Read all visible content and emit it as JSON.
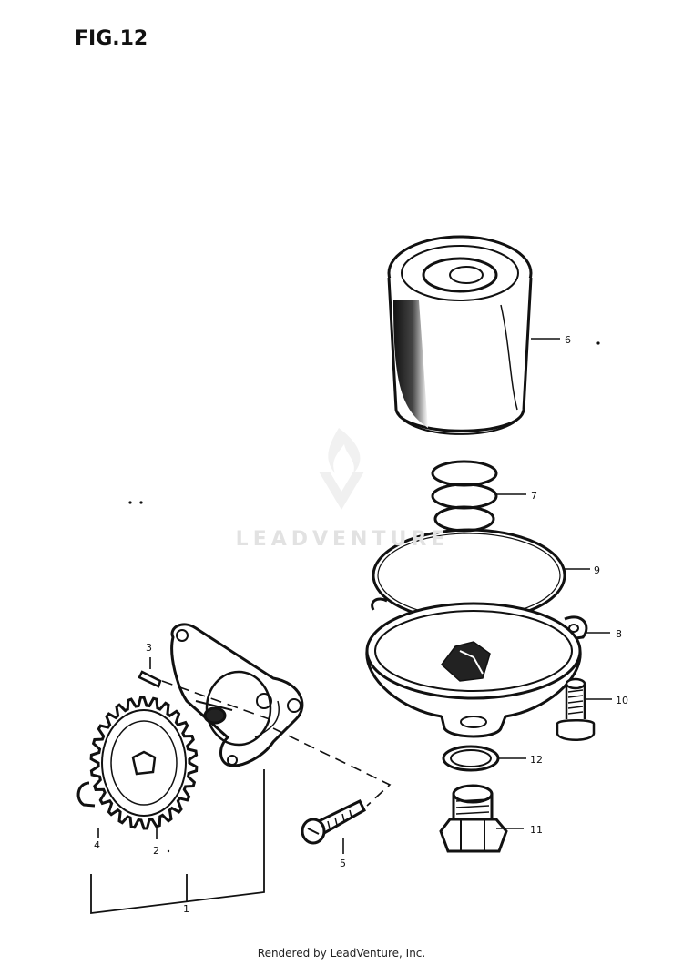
{
  "figure": {
    "title": "FIG.12"
  },
  "watermark": {
    "text": "LEADVENTURE"
  },
  "footer": {
    "text": "Rendered by LeadVenture, Inc."
  },
  "callouts": [
    {
      "id": "c1",
      "label": "1"
    },
    {
      "id": "c2",
      "label": "2"
    },
    {
      "id": "c3",
      "label": "3"
    },
    {
      "id": "c4",
      "label": "4"
    },
    {
      "id": "c5",
      "label": "5"
    },
    {
      "id": "c6",
      "label": "6"
    },
    {
      "id": "c7",
      "label": "7"
    },
    {
      "id": "c8",
      "label": "8"
    },
    {
      "id": "c9",
      "label": "9"
    },
    {
      "id": "c10",
      "label": "10"
    },
    {
      "id": "c11",
      "label": "11"
    },
    {
      "id": "c12",
      "label": "12"
    }
  ]
}
